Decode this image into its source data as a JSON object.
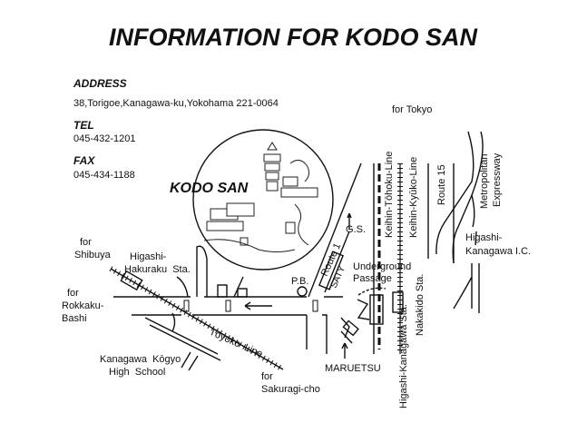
{
  "title": "INFORMATION FOR KODO SAN",
  "contact": {
    "address_label": "ADDRESS",
    "address": "38,Torigoe,Kanagawa-ku,Yokohama 221-0064",
    "tel_label": "TEL",
    "tel": "045-432-1201",
    "fax_label": "FAX",
    "fax": "045-434-1188"
  },
  "map": {
    "temple_name": "KODO SAN",
    "for_tokyo": "for Tokyo",
    "for_shibuya_1": "for",
    "for_shibuya_2": "Shibuya",
    "higashi_hakuraku_1": "Higashi-",
    "higashi_hakuraku_2": "Hakuraku  Sta.",
    "for_rokkaku_1": "for",
    "for_rokkaku_2": "Rokkaku-",
    "for_rokkaku_3": "Bashi",
    "toyoko_line": "Tōyoko  Line",
    "school_1": "Kanagawa  Kōgyo",
    "school_2": "High  School",
    "for_sakuragi_1": "for",
    "for_sakuragi_2": "Sakuragi-cho",
    "maruetsu": "MARUETSU",
    "police_box": "P.B.",
    "route1": "Route 1",
    "saty": "SATY",
    "gas_station": "G.S.",
    "underground_1": "Underground",
    "underground_2": "Passage",
    "keihin_tohoku": "Keihin-Tōhoku-Line",
    "keihin_kyuko": "Keihin-Kyūko-Line",
    "route15": "Route 15",
    "expressway_1": "Metropolitan",
    "expressway_2": "Expressway",
    "ic_1": "Higashi-",
    "ic_2": "Kanagawa I.C.",
    "nakakido": "Nakakido Sta.",
    "higashi_kanagawa": "Higashi-Kanagawa Sta."
  }
}
